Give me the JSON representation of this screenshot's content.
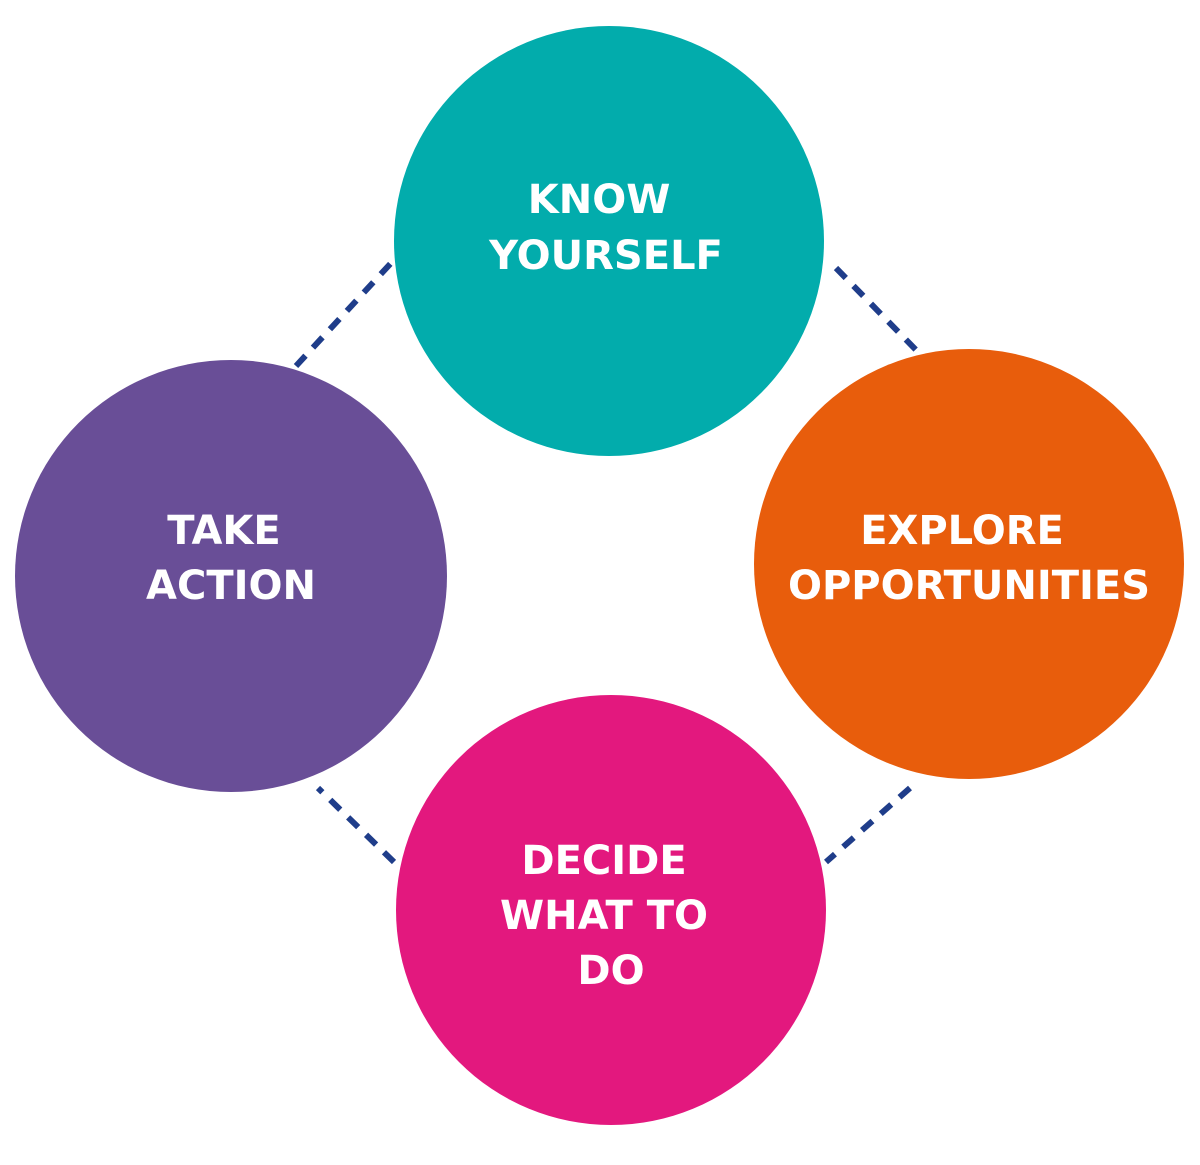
{
  "diagram": {
    "connector_color": "#1f3d8a",
    "nodes": [
      {
        "id": "know",
        "lines": [
          "KNOW",
          "YOURSELF"
        ],
        "color": "#02acac"
      },
      {
        "id": "explore",
        "lines": [
          "EXPLORE",
          "OPPORTUNITIES"
        ],
        "color": "#e85d0c"
      },
      {
        "id": "decide",
        "lines": [
          "DECIDE",
          "WHAT TO",
          "DO"
        ],
        "color": "#e3187e"
      },
      {
        "id": "action",
        "lines": [
          "TAKE",
          "ACTION"
        ],
        "color": "#694e97"
      }
    ]
  }
}
